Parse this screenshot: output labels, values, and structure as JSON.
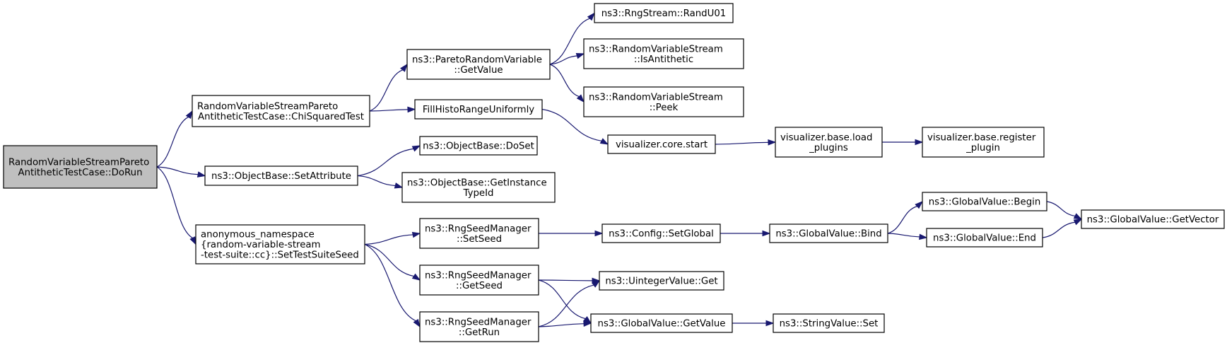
{
  "graph": {
    "colors": {
      "edge": "#191970",
      "node_fill": "#ffffff",
      "node_border": "#000000",
      "root_fill": "#bfbfbf"
    },
    "nodes": [
      {
        "id": "dorun",
        "lines": [
          "RandomVariableStreamPareto",
          "AntitheticTestCase::DoRun"
        ],
        "root": true
      },
      {
        "id": "chisq",
        "lines": [
          "RandomVariableStreamPareto",
          "AntitheticTestCase::ChiSquaredTest"
        ]
      },
      {
        "id": "setattr",
        "lines": [
          "ns3::ObjectBase::SetAttribute"
        ]
      },
      {
        "id": "settestseed",
        "lines": [
          "anonymous_namespace",
          "{random-variable-stream",
          "-test-suite::cc}::SetTestSuiteSeed"
        ]
      },
      {
        "id": "pareto_getvalue",
        "lines": [
          "ns3::ParetoRandomVariable",
          "::GetValue"
        ]
      },
      {
        "id": "fillhisto",
        "lines": [
          "FillHistoRangeUniformly"
        ]
      },
      {
        "id": "doset",
        "lines": [
          "ns3::ObjectBase::DoSet"
        ]
      },
      {
        "id": "getinstancetypeid",
        "lines": [
          "ns3::ObjectBase::GetInstance",
          "TypeId"
        ]
      },
      {
        "id": "rng_setseed",
        "lines": [
          "ns3::RngSeedManager",
          "::SetSeed"
        ]
      },
      {
        "id": "rng_getseed",
        "lines": [
          "ns3::RngSeedManager",
          "::GetSeed"
        ]
      },
      {
        "id": "rng_getrun",
        "lines": [
          "ns3::RngSeedManager",
          "::GetRun"
        ]
      },
      {
        "id": "randu01",
        "lines": [
          "ns3::RngStream::RandU01"
        ]
      },
      {
        "id": "isantithetic",
        "lines": [
          "ns3::RandomVariableStream",
          "::IsAntithetic"
        ]
      },
      {
        "id": "peek",
        "lines": [
          "ns3::RandomVariableStream",
          "::Peek"
        ]
      },
      {
        "id": "vis_start",
        "lines": [
          "visualizer.core.start"
        ]
      },
      {
        "id": "config_setglobal",
        "lines": [
          "ns3::Config::SetGlobal"
        ]
      },
      {
        "id": "uinteger_get",
        "lines": [
          "ns3::UintegerValue::Get"
        ]
      },
      {
        "id": "gv_getvalue",
        "lines": [
          "ns3::GlobalValue::GetValue"
        ]
      },
      {
        "id": "load_plugins",
        "lines": [
          "visualizer.base.load",
          "_plugins"
        ]
      },
      {
        "id": "gv_bind",
        "lines": [
          "ns3::GlobalValue::Bind"
        ]
      },
      {
        "id": "stringvalue_set",
        "lines": [
          "ns3::StringValue::Set"
        ]
      },
      {
        "id": "register_plugin",
        "lines": [
          "visualizer.base.register",
          "_plugin"
        ]
      },
      {
        "id": "gv_begin",
        "lines": [
          "ns3::GlobalValue::Begin"
        ]
      },
      {
        "id": "gv_end",
        "lines": [
          "ns3::GlobalValue::End"
        ]
      },
      {
        "id": "gv_getvector",
        "lines": [
          "ns3::GlobalValue::GetVector"
        ]
      }
    ],
    "edges": [
      [
        "dorun",
        "chisq"
      ],
      [
        "dorun",
        "setattr"
      ],
      [
        "dorun",
        "settestseed"
      ],
      [
        "chisq",
        "pareto_getvalue"
      ],
      [
        "chisq",
        "fillhisto"
      ],
      [
        "pareto_getvalue",
        "randu01"
      ],
      [
        "pareto_getvalue",
        "isantithetic"
      ],
      [
        "pareto_getvalue",
        "peek"
      ],
      [
        "fillhisto",
        "vis_start"
      ],
      [
        "vis_start",
        "load_plugins"
      ],
      [
        "load_plugins",
        "register_plugin"
      ],
      [
        "setattr",
        "doset"
      ],
      [
        "setattr",
        "getinstancetypeid"
      ],
      [
        "settestseed",
        "rng_setseed"
      ],
      [
        "settestseed",
        "rng_getseed"
      ],
      [
        "settestseed",
        "rng_getrun"
      ],
      [
        "rng_setseed",
        "config_setglobal"
      ],
      [
        "config_setglobal",
        "gv_bind"
      ],
      [
        "gv_bind",
        "gv_begin"
      ],
      [
        "gv_bind",
        "gv_end"
      ],
      [
        "gv_begin",
        "gv_getvector"
      ],
      [
        "gv_end",
        "gv_getvector"
      ],
      [
        "rng_getseed",
        "uinteger_get"
      ],
      [
        "rng_getseed",
        "gv_getvalue"
      ],
      [
        "rng_getrun",
        "uinteger_get"
      ],
      [
        "rng_getrun",
        "gv_getvalue"
      ],
      [
        "gv_getvalue",
        "stringvalue_set"
      ]
    ]
  }
}
